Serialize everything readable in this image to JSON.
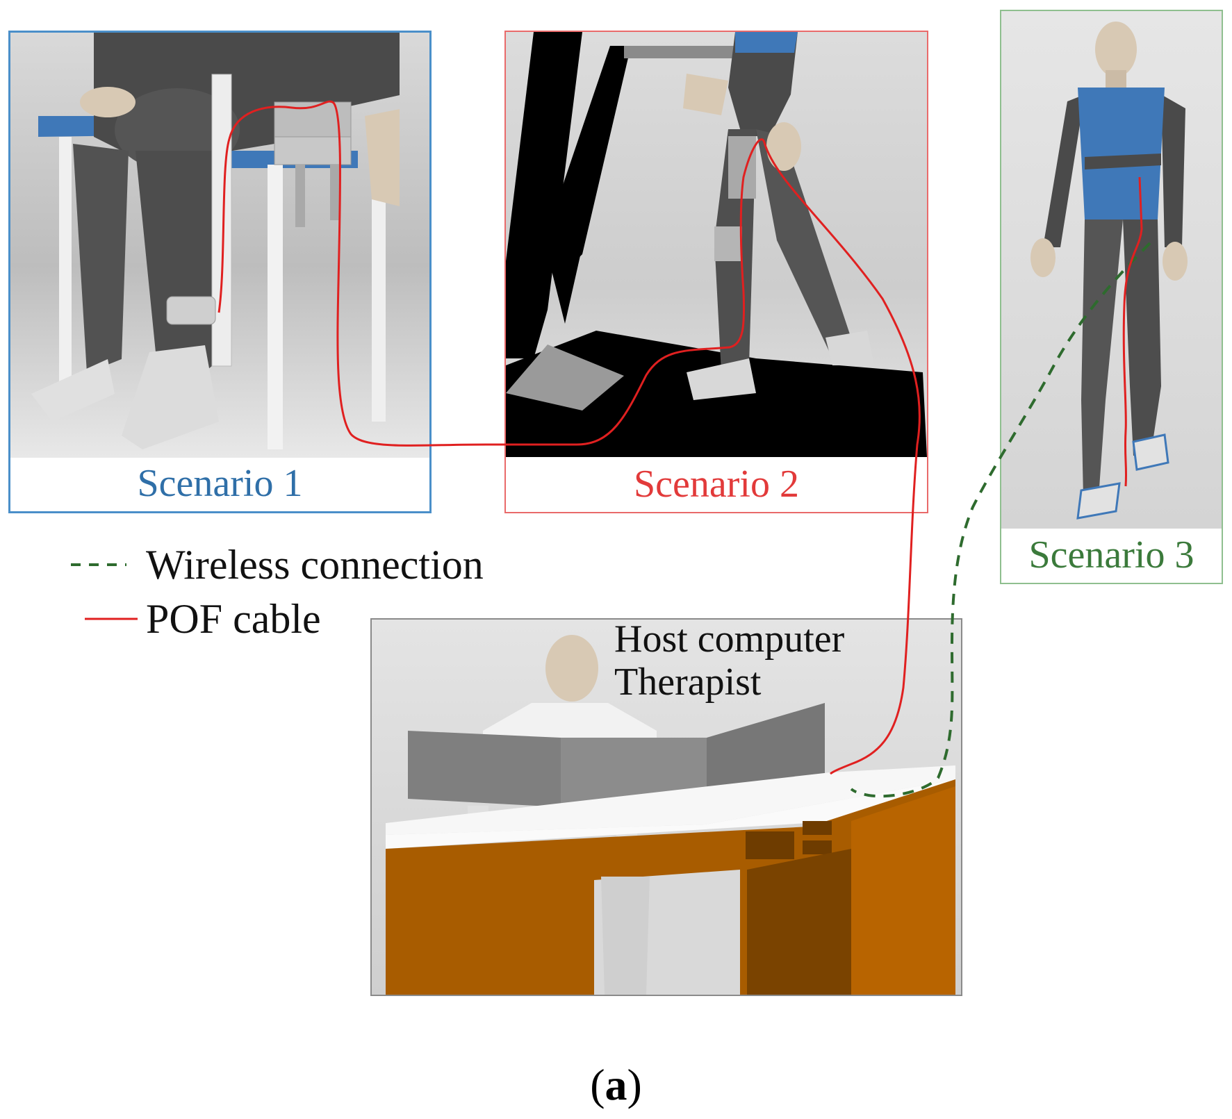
{
  "panels": [
    {
      "caption": "Scenario 1",
      "color": "#2f6fa8"
    },
    {
      "caption": "Scenario 2",
      "color": "#e23a3a"
    },
    {
      "caption": "Scenario 3",
      "color": "#3b7a3b"
    }
  ],
  "host": {
    "line1": "Host computer",
    "line2": "Therapist"
  },
  "legend": [
    {
      "label": "Wireless connection",
      "style": "dashed",
      "color": "#2e6b2e"
    },
    {
      "label": "POF cable",
      "style": "solid",
      "color": "#e02020"
    }
  ],
  "figure": {
    "label_open": "(",
    "label_letter": "a",
    "label_close": ")"
  }
}
